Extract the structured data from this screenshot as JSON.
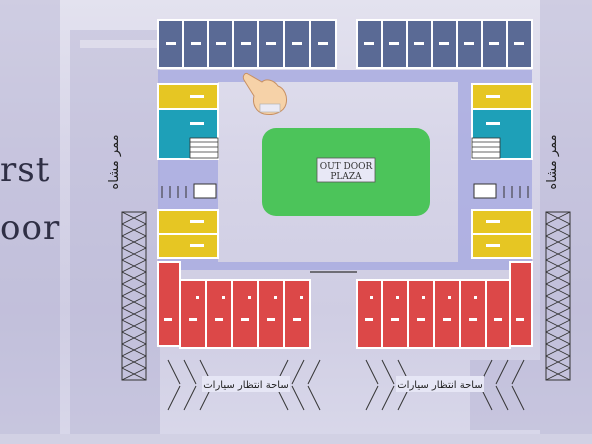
{
  "side_text": {
    "line1": "rst",
    "line2": "oor"
  },
  "plaza": {
    "label_line1": "OUT DOOR",
    "label_line2": "PLAZA"
  },
  "walkway_left": "ممر مشاه",
  "walkway_right": "ممر مشاه",
  "parking_left": "ساحة انتظار سيارات",
  "parking_right": "ساحة انتظار سيارات",
  "colors": {
    "corridor": "#a9abe0",
    "top_shops": "#5a6a95",
    "yellow_units": "#e6c623",
    "teal_units": "#1ea0b8",
    "red_shops": "#dc4848",
    "plaza": "#4cc45a"
  }
}
